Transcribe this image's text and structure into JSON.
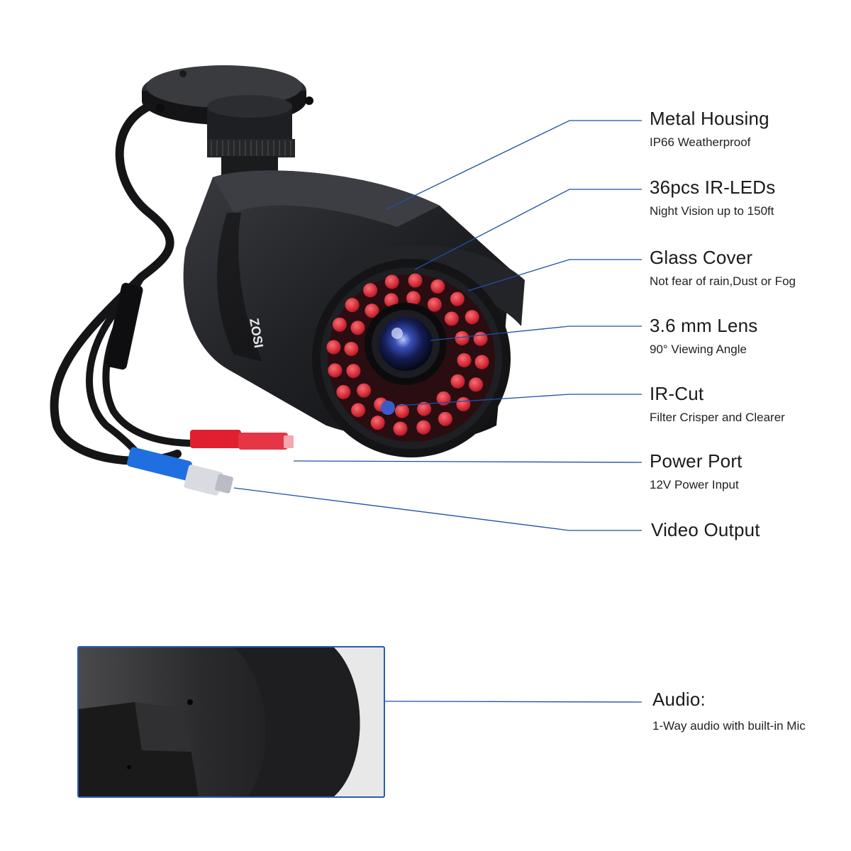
{
  "brand": "ZOSI",
  "colors": {
    "leader_line": "#1f4fa8",
    "inset_border": "#2a5db0",
    "ir_led": "#d0182a",
    "power_connector": "#e0202f",
    "video_connector": "#1f6fe0",
    "camera_body": "#1c1c1e"
  },
  "callouts": [
    {
      "title": "Metal Housing",
      "desc": "IP66 Weatherproof"
    },
    {
      "title": "36pcs IR-LEDs",
      "desc": "Night Vision up to 150ft"
    },
    {
      "title": "Glass Cover",
      "desc": "Not fear of rain,Dust or Fog"
    },
    {
      "title": "3.6 mm Lens",
      "desc": "90° Viewing Angle"
    },
    {
      "title": "IR-Cut",
      "desc": "Filter Crisper and Clearer"
    },
    {
      "title": "Power Port",
      "desc": "12V Power Input"
    },
    {
      "title": "Video Output",
      "desc": ""
    },
    {
      "title": "Audio:",
      "desc": "1-Way audio with built-in Mic"
    }
  ]
}
